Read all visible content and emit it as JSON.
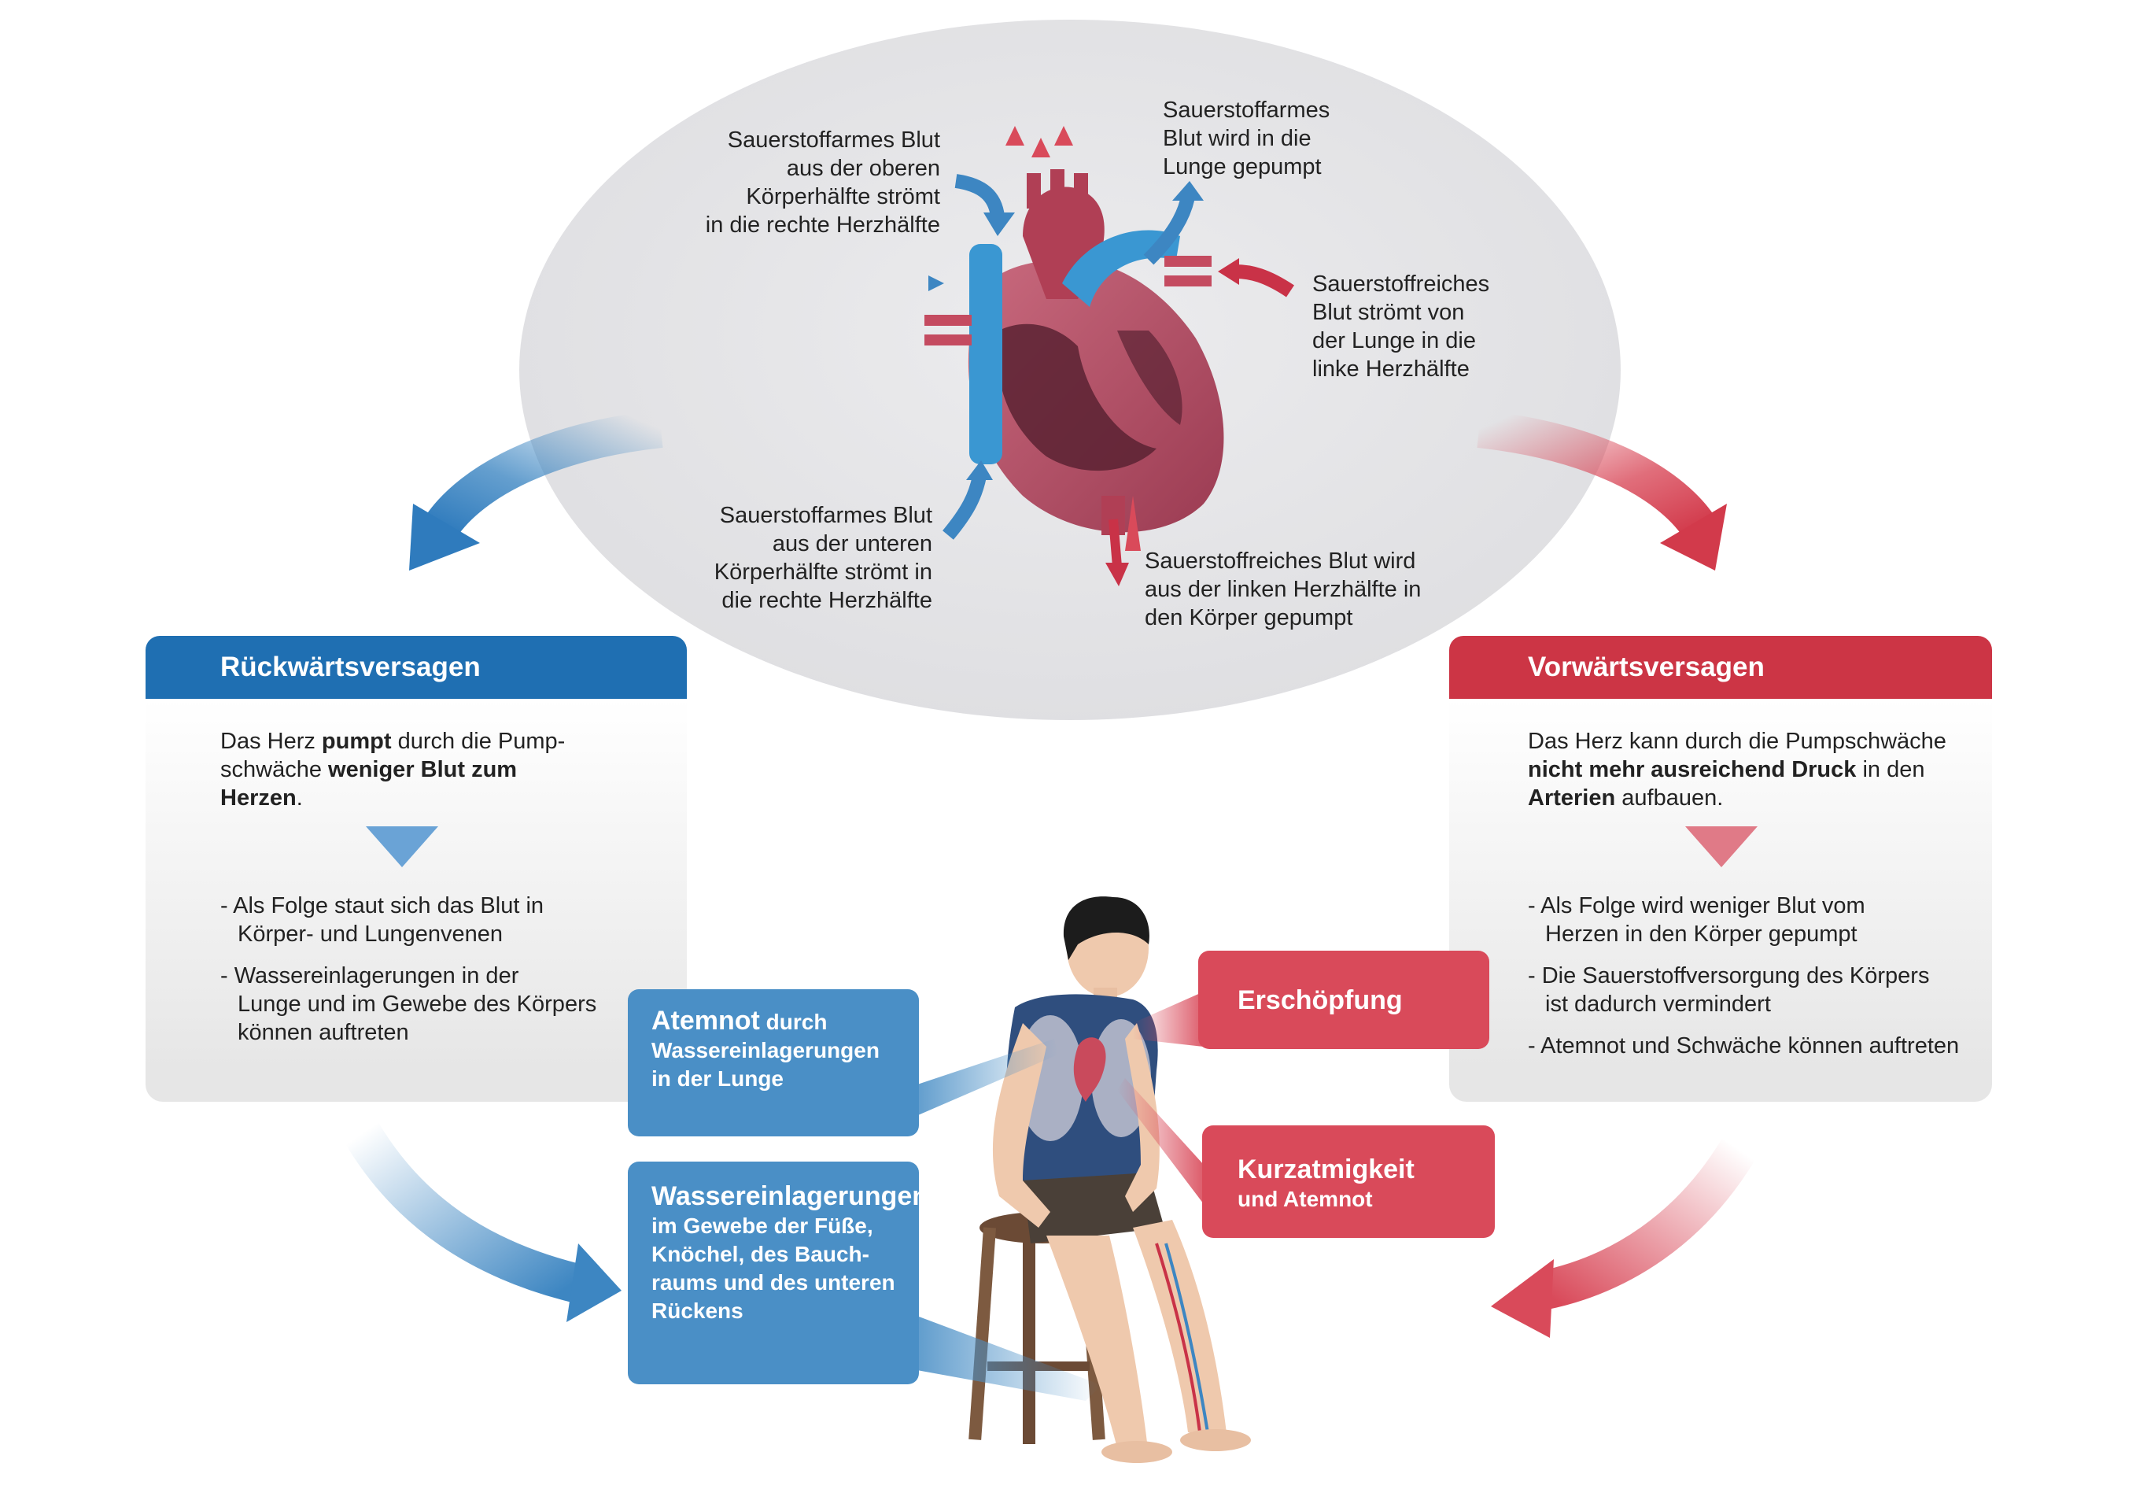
{
  "heart_labels": {
    "upper_venous": [
      "Sauerstoffarmes Blut",
      "aus der oberen",
      "Körperhälfte strömt",
      "in die rechte Herzhälfte"
    ],
    "to_lungs": [
      "Sauerstoffarmes",
      "Blut wird in die",
      "Lunge gepumpt"
    ],
    "from_lungs": [
      "Sauerstoffreiches",
      "Blut strömt von",
      "der Lunge in die",
      "linke Herzhälfte"
    ],
    "lower_venous": [
      "Sauerstoffarmes Blut",
      "aus der unteren",
      "Körperhälfte strömt in",
      "die rechte Herzhälfte"
    ],
    "to_body": [
      "Sauerstoffreiches Blut wird",
      "aus der linken Herzhälfte in",
      "den Körper gepumpt"
    ]
  },
  "left_box": {
    "title": "Rückwärtsversagen",
    "intro_1": "Das Herz ",
    "intro_1b": "pumpt",
    "intro_1c": " durch die Pump-",
    "intro_2": "schwäche ",
    "intro_2b": "weniger Blut zum",
    "intro_3b": "Herzen",
    "intro_3": ".",
    "bullets": [
      [
        "- Als Folge staut sich das Blut in",
        "Körper- und Lungenvenen"
      ],
      [
        "- Wassereinlagerungen in der",
        "Lunge und im Gewebe des Körpers",
        "können auftreten"
      ]
    ],
    "color": "#1f6fb2"
  },
  "right_box": {
    "title": "Vorwärtsversagen",
    "intro_1": "Das Herz kann durch die Pumpschwäche",
    "intro_2b": "nicht mehr ausreichend Druck",
    "intro_2": " in den",
    "intro_3b": "Arterien",
    "intro_3": " aufbauen.",
    "bullets": [
      [
        "- Als Folge wird weniger Blut vom",
        "Herzen in den Körper gepumpt"
      ],
      [
        "- Die Sauerstoffversorgung des Körpers",
        "ist dadurch vermindert"
      ],
      [
        "- Atemnot und Schwäche können auftreten"
      ]
    ],
    "color": "#cc3545"
  },
  "callouts": {
    "atemnot_big": "Atemnot",
    "atemnot_small1": " durch",
    "atemnot_small2": "Wassereinlagerungen",
    "atemnot_small3": "in der Lunge",
    "wasser_big": "Wassereinlagerungen",
    "wasser_lines": [
      "im Gewebe der Füße,",
      "Knöchel, des Bauch-",
      "raums und des unteren",
      "Rückens"
    ],
    "erschoepfung": "Erschöpfung",
    "kurz_big": "Kurzatmigkeit",
    "kurz_small": "und Atemnot"
  },
  "colors": {
    "blue": "#3d86c2",
    "blue_dark": "#1f6fb2",
    "red": "#d94a5a",
    "red_dark": "#cc3545",
    "ellipse": "#e4e4e6"
  },
  "icons": [
    "heart-illustration",
    "person-illustration",
    "stool-illustration"
  ]
}
